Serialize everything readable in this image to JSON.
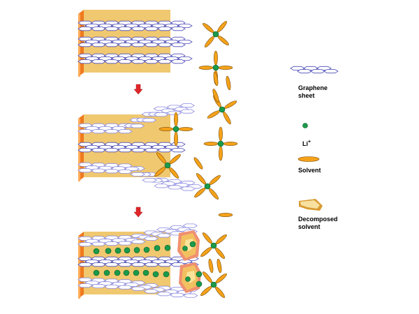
{
  "diagram": {
    "title": "Lithium intercalation with solvent co-intercalation and decomposition in graphite",
    "colors": {
      "graphene_stroke": "#4a4ab8",
      "graphene_fill": "#ffffff",
      "electrode_fill": "#f0c870",
      "current_collector": "#f07a1e",
      "current_collector_edge": "#ffaa55",
      "li_ion": "#1a9a4a",
      "solvent": "#f5a21a",
      "solvent_stroke": "#7a4a00",
      "arrow": "#e0262a",
      "decomposed": "#f2c060",
      "decomposed_edge": "#f09070"
    },
    "stages": [
      {
        "name": "stage-1-intact-graphite",
        "description": "Graphene sheets stacked with solvated Li+ in electrolyte"
      },
      {
        "name": "stage-2-solvent-cointercalation",
        "description": "Solvated Li+ enters between sheets, exfoliating layers"
      },
      {
        "name": "stage-3-decomposition",
        "description": "Li+ intercalated, solvent decomposed at edges"
      }
    ],
    "arrows": [
      {
        "from": "stage-1-intact-graphite",
        "to": "stage-2-solvent-cointercalation"
      },
      {
        "from": "stage-2-solvent-cointercalation",
        "to": "stage-3-decomposition"
      }
    ],
    "legend": [
      {
        "key": "graphene",
        "label": "Graphene\nsheet"
      },
      {
        "key": "li",
        "label": "Li"
      },
      {
        "key": "li_superscript",
        "label": "+"
      },
      {
        "key": "solvent",
        "label": "Solvent"
      },
      {
        "key": "decomposed",
        "label": "Decomposed\nsolvent"
      }
    ]
  }
}
